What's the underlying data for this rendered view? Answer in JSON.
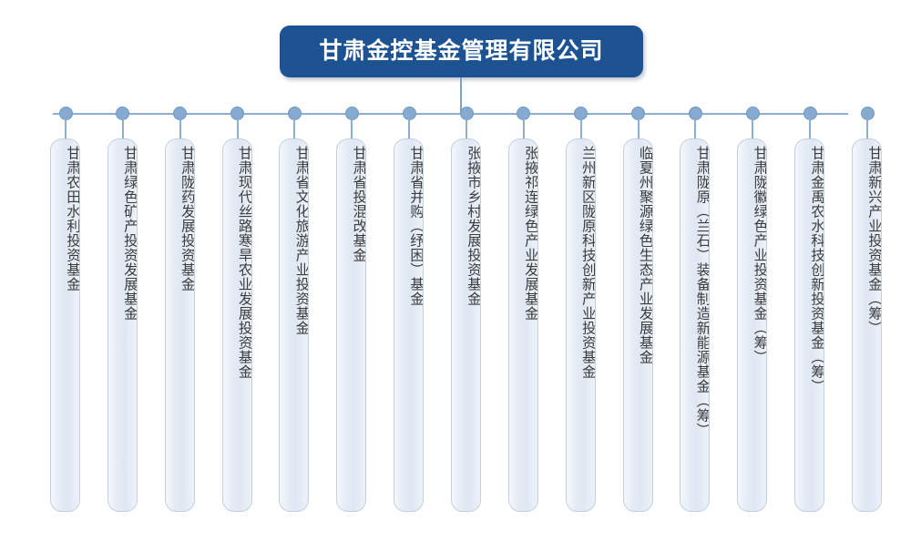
{
  "chart_data": {
    "type": "diagram",
    "diagram_kind": "organizational-tree",
    "title": "甘肃金控基金管理有限公司",
    "root_label": "甘肃金控基金管理有限公司",
    "branch_count": 15,
    "layout": "single horizontal bus with vertical leaf cards, vertical (top-to-bottom) Chinese text",
    "colors": {
      "root_fill": "#1D5392",
      "root_text": "#FFFFFF",
      "connector_line": "#8FAFD0",
      "connector_dot": "#86AAD0",
      "card_fill_light": "#F4F8FC",
      "card_fill_mid": "#DEE7F3",
      "card_border": "#C3D0DE",
      "card_text": "#3C3C3C",
      "background": "#FFFFFF"
    },
    "branches": [
      {
        "index": 1,
        "label": "甘肃农田水利投资基金"
      },
      {
        "index": 2,
        "label": "甘肃绿色矿产投资发展基金"
      },
      {
        "index": 3,
        "label": "甘肃陇药发展投资基金"
      },
      {
        "index": 4,
        "label": "甘肃现代丝路寒旱农业发展投资基金"
      },
      {
        "index": 5,
        "label": "甘肃省文化旅游产业投资基金"
      },
      {
        "index": 6,
        "label": "甘肃省投混改基金"
      },
      {
        "index": 7,
        "label": "甘肃省并购（纾困）基金"
      },
      {
        "index": 8,
        "label": "张掖市乡村发展投资基金"
      },
      {
        "index": 9,
        "label": "张掖祁连绿色产业发展基金"
      },
      {
        "index": 10,
        "label": "兰州新区陇原科技创新产业投资基金"
      },
      {
        "index": 11,
        "label": "临夏州聚源绿色生态产业发展基金"
      },
      {
        "index": 12,
        "label": "甘肃陇原（兰石）装备制造新能源基金（筹）"
      },
      {
        "index": 13,
        "label": "甘肃陇徽绿色产业投资基金（筹）"
      },
      {
        "index": 14,
        "label": "甘肃金禹农水科技创新投资基金（筹）"
      },
      {
        "index": 15,
        "label": "甘肃新兴产业投资基金（筹）"
      }
    ]
  }
}
